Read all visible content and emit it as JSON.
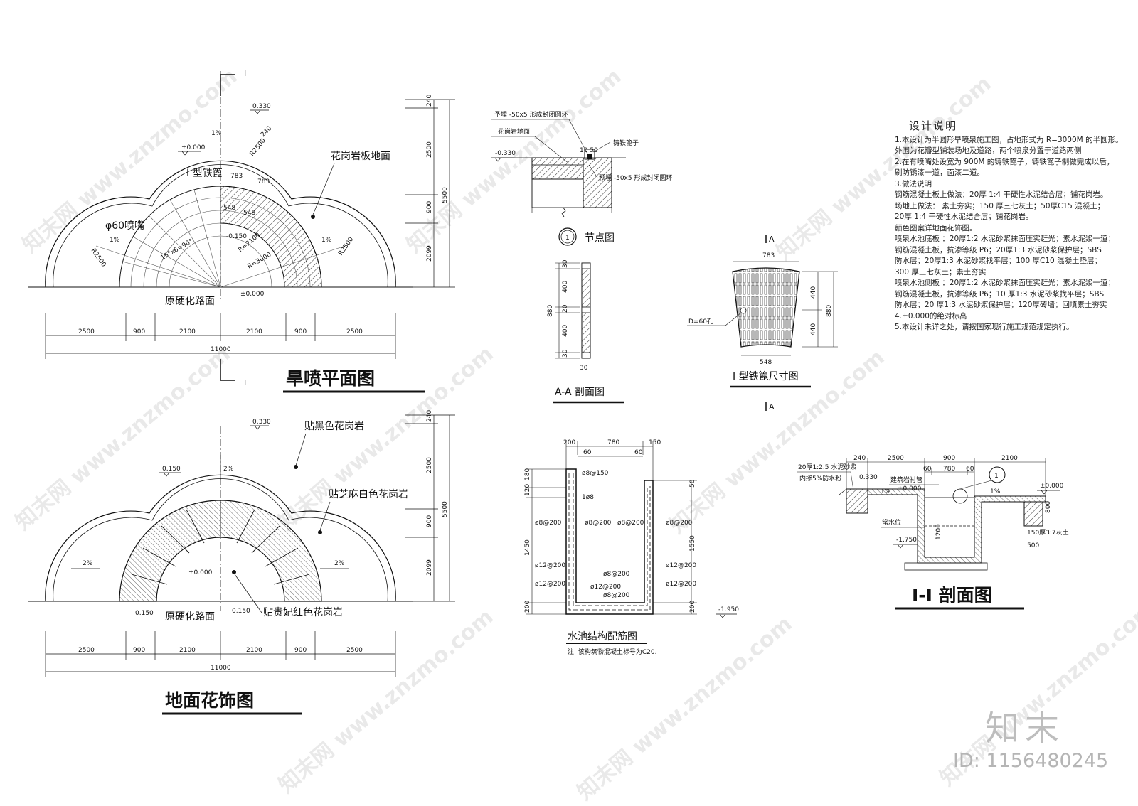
{
  "plan": {
    "title": "旱喷平面图",
    "section_mark": "I",
    "labels": {
      "granite": "花岗岩板地面",
      "grate": "I 型铁篦",
      "nozzle": "φ60喷嘴",
      "road": "原硬化路面",
      "elev_top": "0.330",
      "elev_zero": "±0.000",
      "elev_zero2": "±0.000",
      "elev_neg": "-0.150",
      "slope": "1%",
      "r2500": "R2500",
      "r2100": "R=2100",
      "r3000": "R=3000",
      "d240": "240",
      "d783": "783",
      "d548": "548",
      "angle": "15°x6=90°"
    },
    "dims_h": [
      "2500",
      "900",
      "2100",
      "2100",
      "900",
      "2500"
    ],
    "dim_total": "11000",
    "dims_v": [
      "240",
      "2500",
      "900",
      "2099"
    ],
    "dim_v_total": "5500"
  },
  "pattern": {
    "title": "地面花饰图",
    "labels": {
      "black": "贴黑色花岗岩",
      "white": "贴芝麻白色花岗岩",
      "red": "贴贵妃红色花岗岩",
      "road": "原硬化路面",
      "elev_top": "0.330",
      "e150a": "0.150",
      "e150b": "0.150",
      "e150c": "0.150",
      "zero": "±0.000",
      "slope2a": "2%",
      "slope2b": "2%",
      "slope2c": "2%"
    },
    "dims_h": [
      "2500",
      "900",
      "2100",
      "2100",
      "900",
      "2500"
    ],
    "dim_total": "11000",
    "dims_v": [
      "240",
      "2500",
      "900",
      "2099"
    ],
    "dim_v_total": "5500"
  },
  "node": {
    "title": "节点图",
    "num": "1",
    "labels": {
      "ring": "予埋 -50x5 形成封闭圆环",
      "granite": "花岗岩地面",
      "grate": "铸铁篦子",
      "elev": "-0.330",
      "dim": "10 50",
      "ring2": "预埋 -50x5 形成封闭圆环"
    }
  },
  "section_aa": {
    "title": "A-A  剖面图",
    "dims": [
      "30",
      "400",
      "20",
      "400",
      "30"
    ],
    "total": "880",
    "width": "30"
  },
  "grate": {
    "title": "I 型铁篦尺寸图",
    "mark": "A",
    "top": "783",
    "bottom": "548",
    "hole": "D=60孔",
    "h1": "440",
    "h2": "440",
    "total": "880"
  },
  "pool": {
    "title": "水池结构配筋图",
    "note": "注: 该构筑物混凝土标号为C20.",
    "top_dims": [
      "200",
      "780",
      "150"
    ],
    "sub_dims": [
      "60",
      "60"
    ],
    "left_dims": [
      "180",
      "120",
      "1450",
      "200"
    ],
    "right_dims": [
      "50",
      "1550",
      "200"
    ],
    "rebar": [
      "ø8@150",
      "1ø8",
      "ø8@200",
      "ø8@200",
      "ø8@200",
      "ø8@200",
      "ø12@200",
      "ø12@200",
      "ø8@200",
      "ø8@200",
      "ø12@200",
      "ø12@200",
      "ø12@200"
    ],
    "elev": "-1.950"
  },
  "section_ii": {
    "title": "I-I  剖面图",
    "top_dims": [
      "240",
      "2500",
      "900",
      "2100"
    ],
    "sub_dims": [
      "60",
      "780",
      "60"
    ],
    "labels": {
      "mortar": "20厚1:2.5 水泥砂浆",
      "addon": "内掺5%防水粉",
      "pipe": "建筑岩衬管",
      "water": "常水位",
      "lime": "150厚3:7灰土",
      "e330": "0.330",
      "e0": "±0.000",
      "e0b": "±0.000",
      "e1750": "-1.750",
      "d800": "800",
      "d500": "500",
      "d1200": "1200",
      "slope": "1%",
      "slope2": "1%",
      "node": "1"
    }
  },
  "notes": {
    "title": "设计说明",
    "lines": [
      "1.本设计为半圆形旱喷泉施工图，占地形式为 R=3000M 的半圆形。",
      "  外围为花瓣型铺装场地及道路，两个喷泉分置于道路两侧",
      "2.在有喷嘴处设宽为 900M 的铸铁篦子，铸铁篦子制做完成以后，",
      "  刷防锈漆一道，面漆二道。",
      "3.做法说明",
      "  钢筋混凝土板上做法：20厚 1:4 干硬性水泥结合层；铺花岗岩。",
      "  场地上做法：  素土夯实；150 厚三七灰土；50厚C15 混凝土；",
      "              20厚 1:4 干硬性水泥结合层；铺花岗岩。",
      "          颜色图案详地面花饰图。",
      "  喷泉水池底板 ：20厚1:2 水泥砂浆抹面压实赶光；素水泥浆一道；",
      "      钢筋混凝土板，抗渗等级 P6；20厚1:3 水泥砂浆保护层；SBS",
      "      防水层；20厚1:3 水泥砂浆找平层；100 厚C10 混凝土垫层；",
      "      300 厚三七灰土；素土夯实",
      "  喷泉水池侧板 ：20厚1:2 水泥砂浆抹面压实赶光；素水泥浆一道；",
      "      钢筋混凝土板，抗渗等级 P6；10 厚1:3 水泥砂浆找平层；SBS",
      "      防水层；20 厚1:3  水泥砂浆保护层；120厚砖墙；回填素土夯实",
      "4.±0.000的绝对标高",
      "5.本设计未详之处，请按国家现行施工规范规定执行。"
    ]
  },
  "watermark": {
    "site": "www.znzmo.com",
    "brand": "知末网",
    "logo": "知末",
    "id": "ID: 1156480245"
  }
}
